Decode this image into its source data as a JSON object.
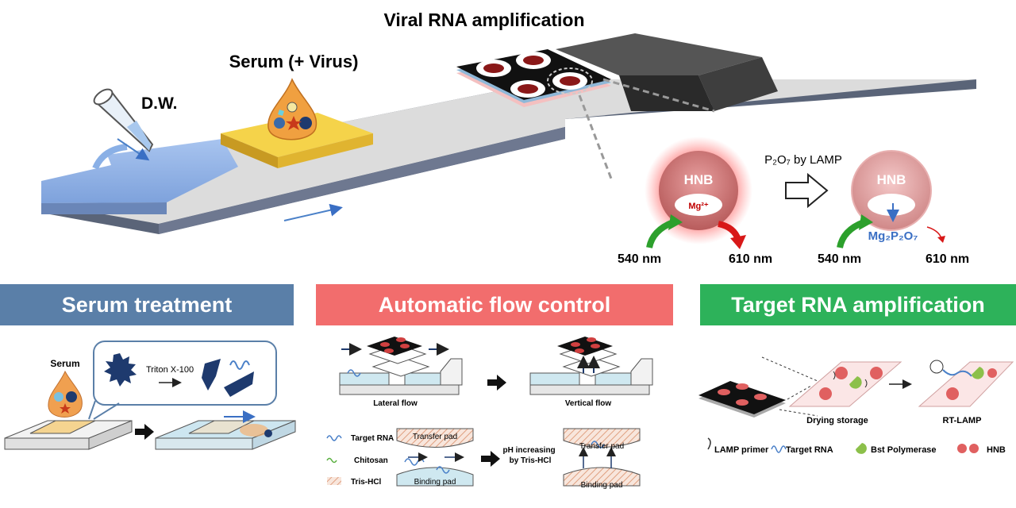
{
  "top": {
    "title": "Viral RNA amplification",
    "dw_label": "D.W.",
    "serum_label": "Serum (+ Virus)",
    "lamp_label": "P₂O₇ by LAMP",
    "hnb_left": "HNB",
    "hnb_right": "HNB",
    "mg_ion": "Mg²⁺",
    "product": "Mg₂P₂O₇",
    "ex_left": "540 nm",
    "em_left": "610 nm",
    "ex_right": "540 nm",
    "em_right": "610 nm"
  },
  "panels": {
    "serum": {
      "title": "Serum treatment",
      "color": "#5a7fa8",
      "serum_label": "Serum",
      "triton_label": "Triton X-100"
    },
    "flow": {
      "title": "Automatic flow control",
      "color": "#f26d6d",
      "lateral_label": "Lateral flow",
      "vertical_label": "Vertical flow",
      "legend": [
        "Target RNA",
        "Chitosan",
        "Tris-HCl"
      ],
      "transfer_pad": "Transfer pad",
      "binding_pad": "Binding pad",
      "ph_text": "pH increasing\nby Tris-HCl"
    },
    "target": {
      "title": "Target RNA amplification",
      "color": "#2db25a",
      "drying_label": "Drying storage",
      "rtlamp_label": "RT-LAMP",
      "legend": [
        "LAMP primer",
        "Target RNA",
        "Bst Polymerase",
        "HNB"
      ]
    }
  }
}
